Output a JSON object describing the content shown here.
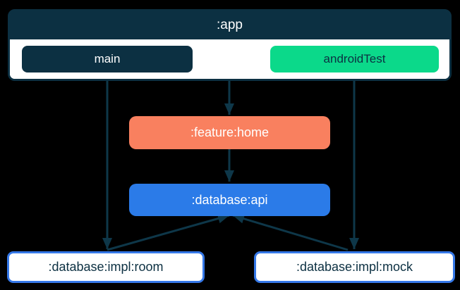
{
  "diagram": {
    "nodes": {
      "app": {
        "label": ":app"
      },
      "main": {
        "label": "main"
      },
      "android_test": {
        "label": "androidTest"
      },
      "feature_home": {
        "label": ":feature:home"
      },
      "database_api": {
        "label": ":database:api"
      },
      "database_impl_room": {
        "label": ":database:impl:room"
      },
      "database_impl_mock": {
        "label": ":database:impl:mock"
      }
    },
    "edges": [
      {
        "from": "app",
        "to": "feature_home"
      },
      {
        "from": "feature_home",
        "to": "database_api"
      },
      {
        "from": "main",
        "to": "database_impl_room"
      },
      {
        "from": "android_test",
        "to": "database_impl_mock"
      },
      {
        "from": "database_impl_room",
        "to": "database_api"
      },
      {
        "from": "database_impl_mock",
        "to": "database_api"
      }
    ]
  },
  "colors": {
    "navy": "#0C3042",
    "green": "#0BD98A",
    "orange": "#F9805F",
    "blue": "#2B7BE8",
    "border_blue": "#3578E8",
    "edge": "#0E3749",
    "background": "#000000",
    "white": "#FFFFFF"
  }
}
